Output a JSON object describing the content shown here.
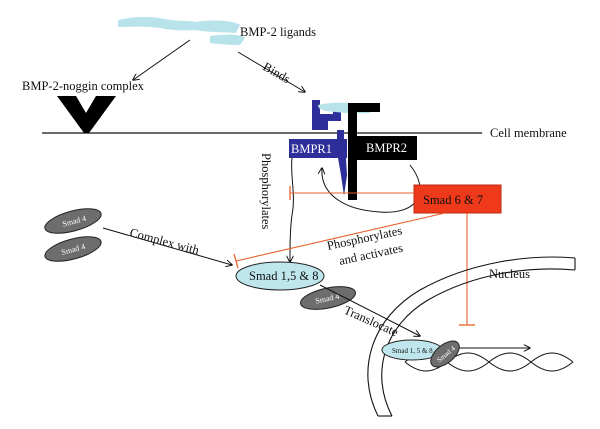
{
  "labels": {
    "bmp2_ligands": "BMP-2 ligands",
    "bmp2_noggin_complex": "BMP-2-noggin complex",
    "binds": "Binds",
    "cell_membrane": "Cell membrane",
    "bmpr1": "BMPR1",
    "bmpr2": "BMPR2",
    "phosphorylates_vertical": "Phosphorylates",
    "smad67": "Smad 6 & 7",
    "smad4_a": "Smad 4",
    "smad4_b": "Smad 4",
    "complex_with": "Complex with",
    "phosphorylates_and_activates_1": "Phosphorylates",
    "phosphorylates_and_activates_2": "and activates",
    "smad158": "Smad 1,5 & 8",
    "smad4_c": "Smad 4",
    "translocate": "Translocate",
    "nucleus": "Nucleus",
    "smad158_nuclear": "Smad 1, 5 & 8",
    "smad4_nuclear": "Smad 4"
  },
  "colors": {
    "ligand": "#b9e3ea",
    "bmpr1": "#2e2e9a",
    "bmpr2": "#000000",
    "smad67_fill": "#ee3a1a",
    "inhibition": "#e8602c",
    "smad4_fill": "#6d6d6d",
    "smad158_fill": "#bfe6ec"
  }
}
